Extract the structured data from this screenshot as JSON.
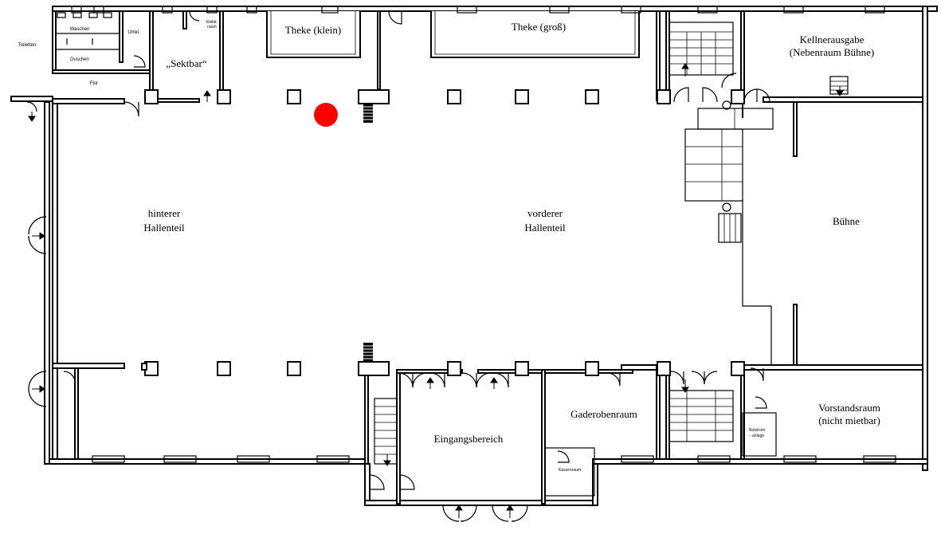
{
  "rooms": {
    "theke_klein": "Theke (klein)",
    "theke_gross": "Theke (groß)",
    "sektbar": "„Sektbar“",
    "kellnerausgabe_1": "Kellnerausgabe",
    "kellnerausgabe_2": "(Nebenraum Bühne)",
    "hinterer_1": "hinterer",
    "hinterer_2": "Hallenteil",
    "vorderer_1": "vorderer",
    "vorderer_2": "Hallenteil",
    "buehne": "Bühne",
    "gaderobenraum": "Gaderobenraum",
    "eingangsbereich": "Eingangsbereich",
    "vorstandsraum_1": "Vorstandsraum",
    "vorstandsraum_2": "(nicht mietbar)",
    "toiletten": "Toiletten",
    "waschen": "Waschen",
    "duschen": "Duschen",
    "umkl": "Umkl.",
    "flur": "Flur",
    "elektro_1": "Elektr.",
    "elektro_2": "raum",
    "kassenraum": "Kassenraum",
    "notstrom_1": "Notstrom",
    "notstrom_2": "- anlage"
  },
  "marker": {
    "color": "#ff0000"
  }
}
